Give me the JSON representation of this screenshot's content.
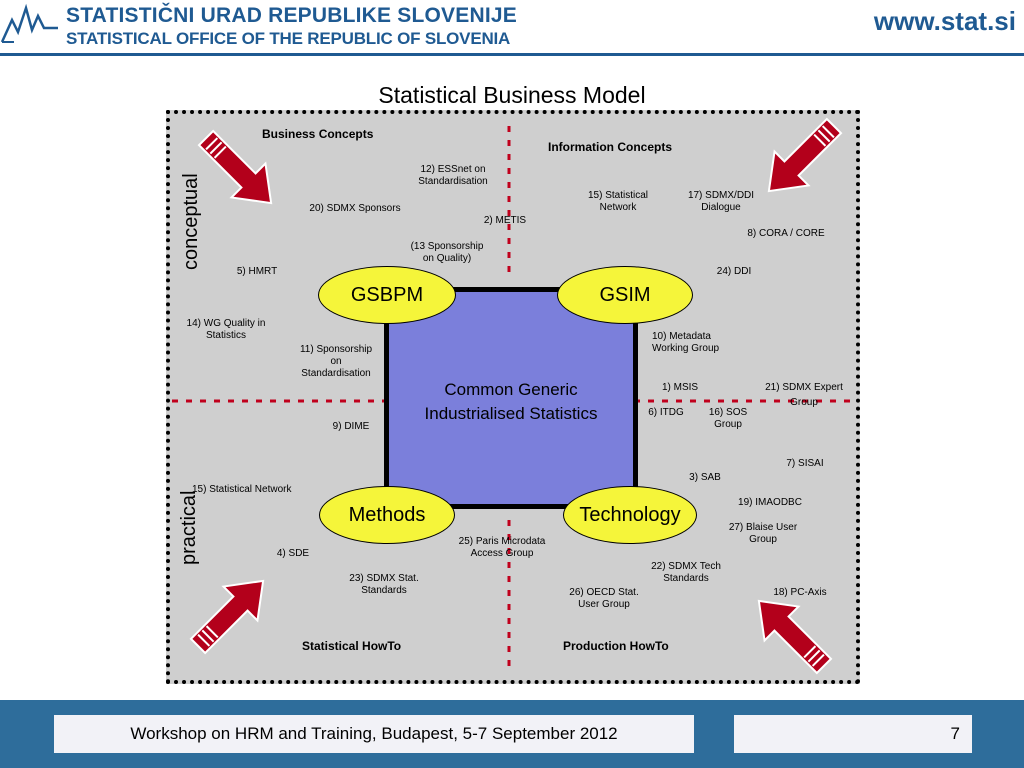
{
  "header": {
    "org_name_sl": "STATISTIČNI URAD REPUBLIKE SLOVENIJE",
    "org_name_en": "STATISTICAL OFFICE  OF THE REPUBLIC OF SLOVENIA",
    "website": "www.stat.si"
  },
  "slide": {
    "title": "Statistical Business Model"
  },
  "quadrants": {
    "top_left": "Business Concepts",
    "top_right": "Information Concepts",
    "bottom_left": "Statistical HowTo",
    "bottom_right": "Production HowTo"
  },
  "axes": {
    "upper": "conceptual",
    "lower": "practical"
  },
  "center": {
    "line1": "Common Generic",
    "line2": "Industrialised Statistics"
  },
  "ellipses": {
    "top_left": "GSBPM",
    "top_right": "GSIM",
    "bottom_left": "Methods",
    "bottom_right": "Technology"
  },
  "items": {
    "essnet_1": "12) ESSnet on",
    "essnet_2": "Standardisation",
    "sdmx_sponsors": "20) SDMX Sponsors",
    "metis": "2) METIS",
    "sponsorship_quality_1": "(13 Sponsorship",
    "sponsorship_quality_2": "on Quality)",
    "hmrt": "5) HMRT",
    "wg_quality_1": "14) WG Quality in",
    "wg_quality_2": "Statistics",
    "sponsorship_std_1": "11) Sponsorship",
    "sponsorship_std_2": "on",
    "sponsorship_std_3": "Standardisation",
    "dime": "9) DIME",
    "stat_network_5": "15) Statistical Network",
    "sde": "4) SDE",
    "sdmx_stat_1": "23) SDMX Stat.",
    "sdmx_stat_2": "Standards",
    "paris_1": "25) Paris Microdata",
    "paris_2": "Access Group",
    "stat_network_15_1": "15) Statistical",
    "stat_network_15_2": "Network",
    "sdmx_ddi_1": "17) SDMX/DDI",
    "sdmx_ddi_2": "Dialogue",
    "cora": "8) CORA / CORE",
    "ddi": "24) DDI",
    "metadata_wg_1": "10) Metadata",
    "metadata_wg_2": "Working Group",
    "msis": "1) MSIS",
    "sdmx_expert_1": "21) SDMX Expert",
    "sdmx_expert_2": "Group",
    "itdg": "6) ITDG",
    "sos_1": "16) SOS",
    "sos_2": "Group",
    "sisai": "7) SISAI",
    "sab": "3) SAB",
    "imaodbc": "19) IMAODBC",
    "blaise_1": "27) Blaise User",
    "blaise_2": "Group",
    "sdmx_tech_1": "22) SDMX Tech",
    "sdmx_tech_2": "Standards",
    "oecd_1": "26) OECD Stat.",
    "oecd_2": "User Group",
    "pcaxis": "18) PC-Axis"
  },
  "footer": {
    "event": "Workshop on HRM and Training, Budapest, 5-7 September 2012",
    "page_number": "7"
  },
  "colors": {
    "brand_blue": "#1f5a92",
    "footer_blue": "#2e6d9b",
    "center_box": "#7b7fdb",
    "ellipse_fill": "#f5f53a",
    "arrow_red": "#b3001b",
    "divider_red": "#c0001c"
  }
}
